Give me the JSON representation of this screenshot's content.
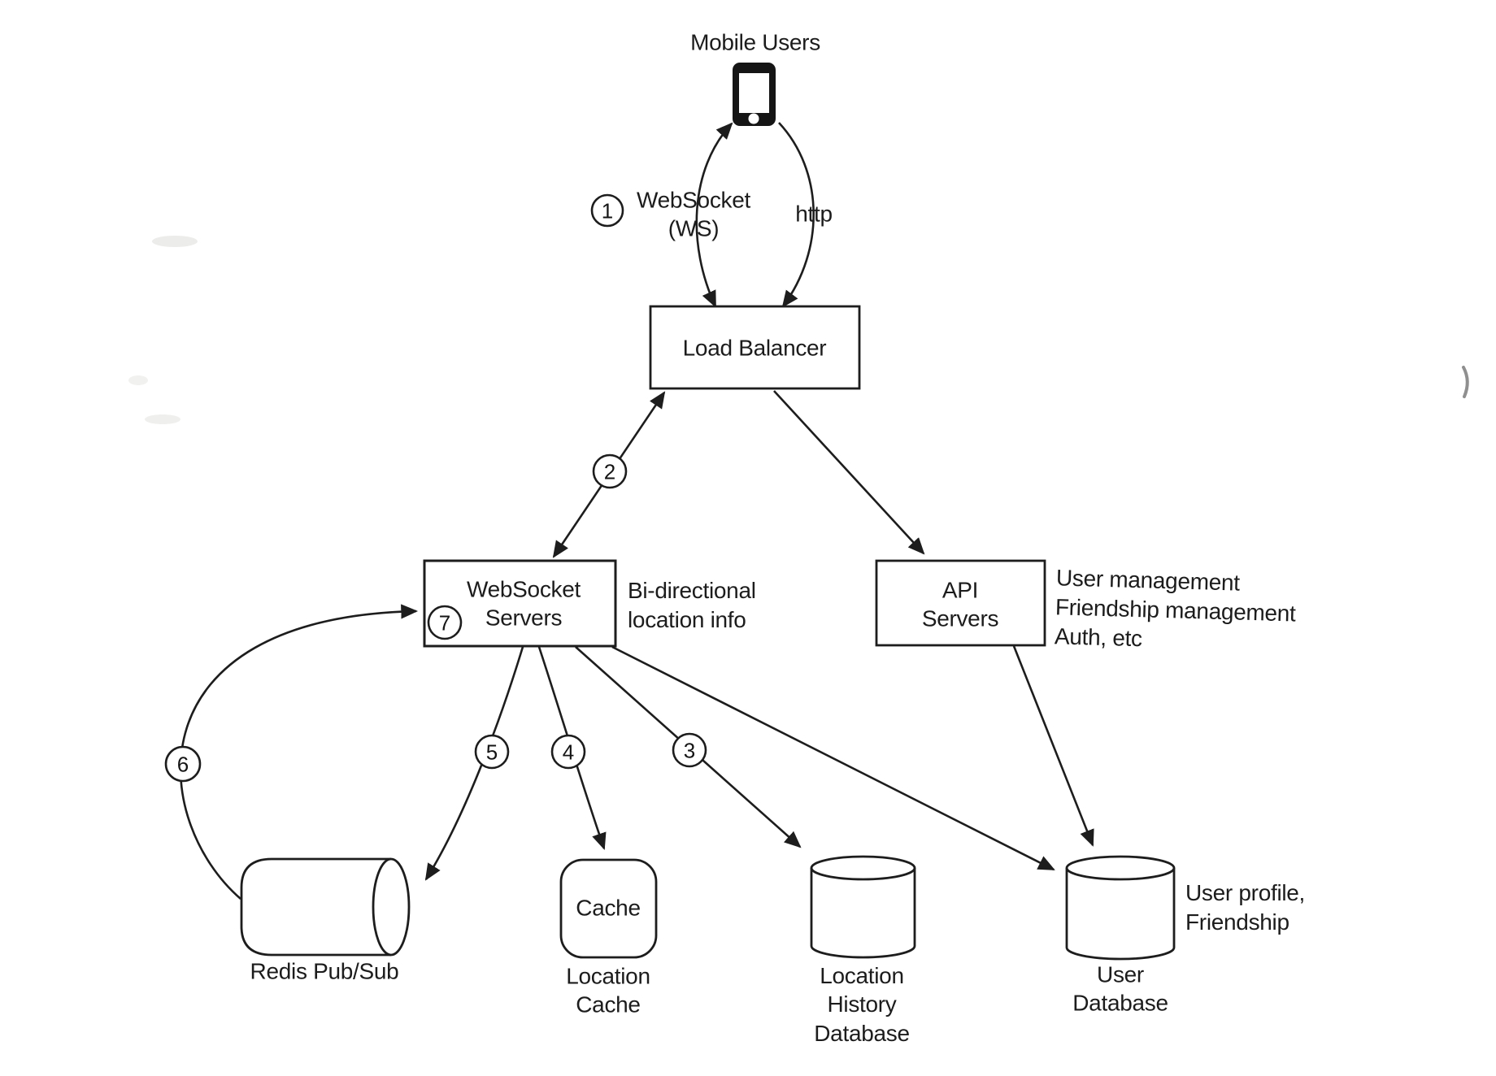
{
  "page": {
    "background": "#ffffff",
    "ink": "#1d1d1d"
  },
  "nodes": {
    "mobile_users": {
      "label": "Mobile Users"
    },
    "load_balancer": {
      "label": "Load Balancer"
    },
    "websocket_servers": {
      "label": "WebSocket\nServers"
    },
    "api_servers": {
      "label": "API\nServers"
    },
    "cache": {
      "label": "Cache",
      "caption": "Location\nCache"
    },
    "redis_pubsub": {
      "caption": "Redis Pub/Sub"
    },
    "location_history_db": {
      "caption": "Location\nHistory\nDatabase"
    },
    "user_db": {
      "caption": "User\nDatabase"
    }
  },
  "edge_labels": {
    "websocket_ws": "WebSocket\n(WS)",
    "http": "http",
    "bidirectional": "Bi-directional\nlocation info",
    "api_note": "User management\nFriendship management\nAuth, etc",
    "user_db_note": "User profile,\nFriendship"
  },
  "steps": {
    "n1": "1",
    "n2": "2",
    "n3": "3",
    "n4": "4",
    "n5": "5",
    "n6": "6",
    "n7": "7"
  }
}
